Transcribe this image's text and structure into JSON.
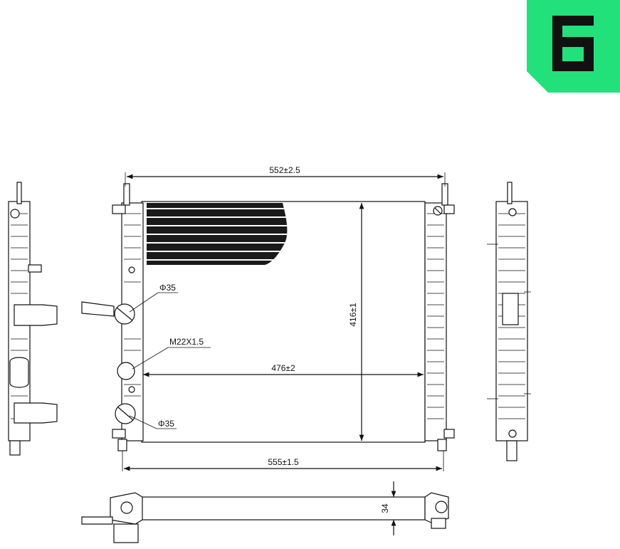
{
  "logo": {
    "brand_color": "#22e07a",
    "icon": "e-letter-logo"
  },
  "dimensions": {
    "top_width": "552±2.5",
    "core_height": "416±1",
    "core_width": "476±2",
    "bottom_width": "555±1.5",
    "thickness": "34",
    "pipe_upper": "Φ35",
    "pipe_lower": "Φ35",
    "thread": "M22X1.5"
  }
}
